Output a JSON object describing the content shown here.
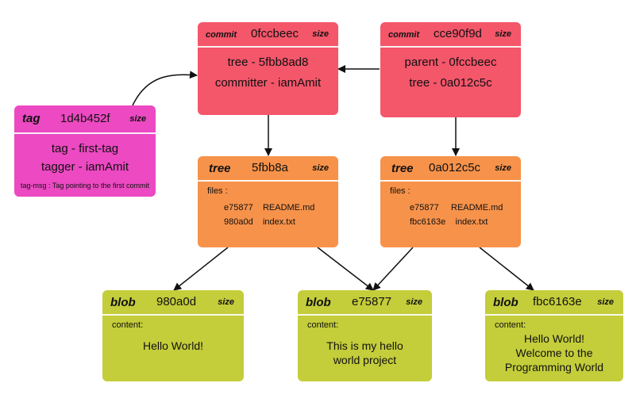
{
  "commits": [
    {
      "kind": "commit",
      "sha": "0fccbeec",
      "size": "size",
      "lines": [
        "tree - 5fbb8ad8",
        "committer - iamAmit"
      ]
    },
    {
      "kind": "commit",
      "sha": "cce90f9d",
      "size": "size",
      "lines": [
        "parent - 0fccbeec",
        "tree -  0a012c5c"
      ]
    }
  ],
  "tag": {
    "kind": "tag",
    "sha": "1d4b452f",
    "size": "size",
    "lines": [
      "tag -  first-tag",
      "tagger - iamAmit"
    ],
    "msg": "tag-msg : Tag pointing to the first commit"
  },
  "trees": [
    {
      "kind": "tree",
      "sha": "5fbb8a",
      "size": "size",
      "files_label": "files :",
      "files": [
        {
          "sha": "e75877",
          "name": "README.md"
        },
        {
          "sha": "980a0d",
          "name": "index.txt"
        }
      ]
    },
    {
      "kind": "tree",
      "sha": "0a012c5c",
      "size": "size",
      "files_label": "files :",
      "files": [
        {
          "sha": "e75877",
          "name": "README.md"
        },
        {
          "sha": "fbc6163e",
          "name": "index.txt"
        }
      ]
    }
  ],
  "blobs": [
    {
      "kind": "blob",
      "sha": "980a0d",
      "size": "size",
      "content_label": "content:",
      "content": [
        "Hello World!"
      ]
    },
    {
      "kind": "blob",
      "sha": "e75877",
      "size": "size",
      "content_label": "content:",
      "content": [
        "This is my hello",
        "world project"
      ]
    },
    {
      "kind": "blob",
      "sha": "fbc6163e",
      "size": "size",
      "content_label": "content:",
      "content": [
        "Hello World!",
        "Welcome to the",
        "Programming World"
      ]
    }
  ],
  "colors": {
    "commit": "#f4566a",
    "tag": "#ec49c2",
    "tree": "#f7924a",
    "blob": "#c4cd3a"
  }
}
